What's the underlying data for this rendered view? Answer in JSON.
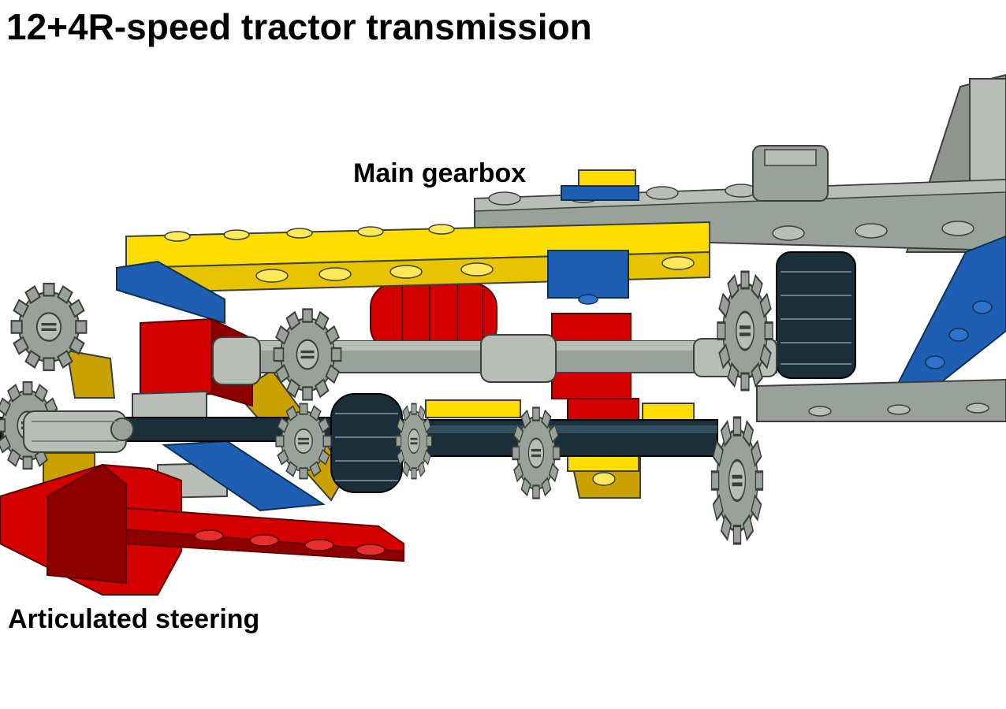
{
  "title": "12+4R-speed tractor transmission",
  "labels": {
    "main_gearbox": "Main gearbox",
    "articulated_steering": "Articulated steering"
  },
  "colors": {
    "yellow": "#ffdd00",
    "blue": "#1e5fb4",
    "red": "#d40000",
    "dark_red": "#8e0000",
    "gray": "#9aa09a",
    "light_gray": "#b8bdb8",
    "dark_gray": "#5d625d",
    "navy": "#1a2f3a",
    "mustard": "#c9a200"
  }
}
